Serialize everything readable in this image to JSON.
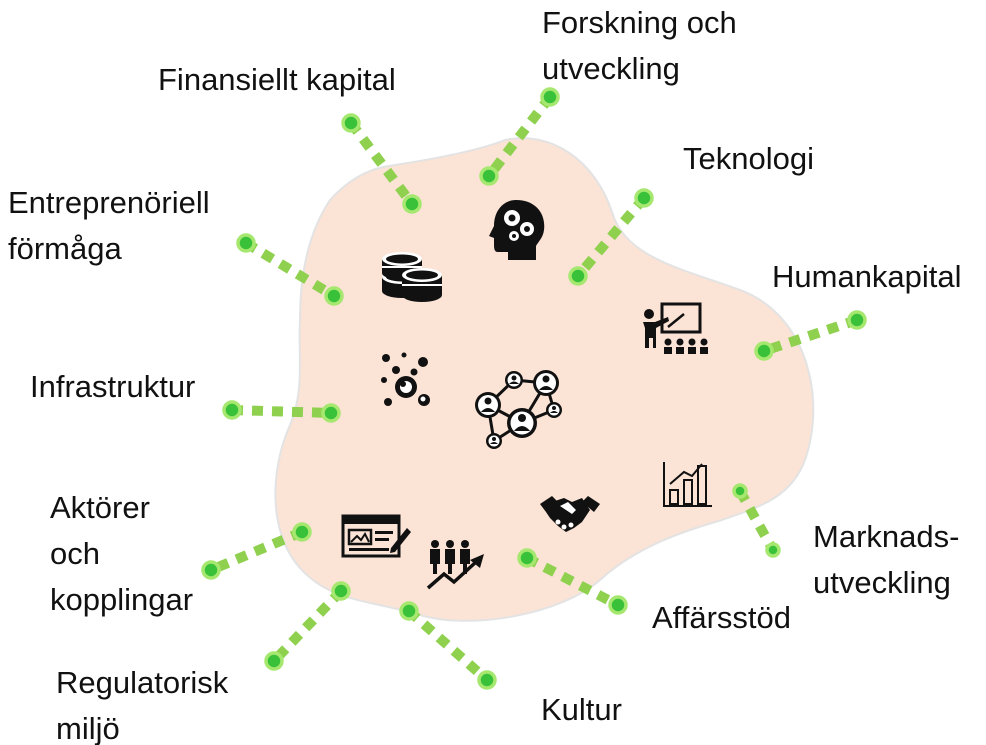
{
  "colors": {
    "blob_fill": "#fbe3d6",
    "blob_outline": "#e3e3e3",
    "connector": "#8fd14f",
    "dot_fill": "#39c139",
    "dot_ring": "#a6e86f",
    "icon": "#111111",
    "text": "#111111"
  },
  "factors": [
    {
      "id": "forskning",
      "label": "Forskning och\nutveckling"
    },
    {
      "id": "finansiellt",
      "label": "Finansiellt kapital"
    },
    {
      "id": "teknologi",
      "label": "Teknologi"
    },
    {
      "id": "entreprenoriell",
      "label": "Entreprenöriell\nförmåga"
    },
    {
      "id": "humankapital",
      "label": "Humankapital"
    },
    {
      "id": "infrastruktur",
      "label": "Infrastruktur"
    },
    {
      "id": "aktorer",
      "label": "Aktörer\noch\nkopplingar"
    },
    {
      "id": "marknad",
      "label": "Marknads-\nutveckling"
    },
    {
      "id": "affarsstod",
      "label": "Affärsstöd"
    },
    {
      "id": "regulatorisk",
      "label": "Regulatorisk\nmiljö"
    },
    {
      "id": "kultur",
      "label": "Kultur"
    }
  ],
  "icons": [
    {
      "id": "coins",
      "name": "coins-icon"
    },
    {
      "id": "brain",
      "name": "head-gears-icon"
    },
    {
      "id": "presenter",
      "name": "presentation-icon"
    },
    {
      "id": "bubbles",
      "name": "bubbles-icon"
    },
    {
      "id": "network",
      "name": "people-network-icon"
    },
    {
      "id": "growth",
      "name": "bar-chart-growth-icon"
    },
    {
      "id": "handshake",
      "name": "handshake-icon"
    },
    {
      "id": "webpage",
      "name": "web-page-icon"
    },
    {
      "id": "team",
      "name": "team-growth-icon"
    }
  ]
}
